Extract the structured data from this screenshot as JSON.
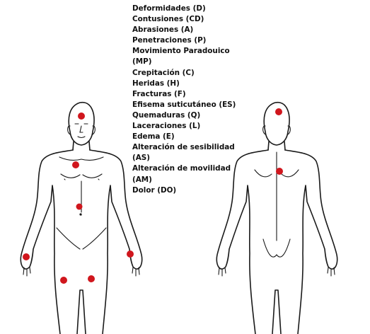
{
  "legend": {
    "items": [
      "Deformidades (D)",
      "Contusiones (CD)",
      "Abrasiones (A)",
      "Penetraciones (P)",
      "Movimiento Paradouico (MP)",
      "Crepitación (C)",
      "Heridas (H)",
      "Fracturas (F)",
      "Efisema suticutáneo (ES)",
      "Quemaduras (Q)",
      "Laceraciones (L)",
      "Edema (E)",
      "Alteración de sesibilidad (AS)",
      "Alteración de movilidad (AM)",
      "Dolor (DO)"
    ]
  },
  "figures": [
    {
      "view": "front",
      "markers": [
        "head",
        "chest",
        "abdomen",
        "right-hand",
        "left-hand",
        "right-thigh",
        "left-thigh"
      ]
    },
    {
      "view": "back",
      "markers": [
        "head",
        "upper-back"
      ]
    }
  ],
  "colors": {
    "marker": "#d0161d",
    "outline": "#1a1a1a",
    "text": "#111111"
  }
}
